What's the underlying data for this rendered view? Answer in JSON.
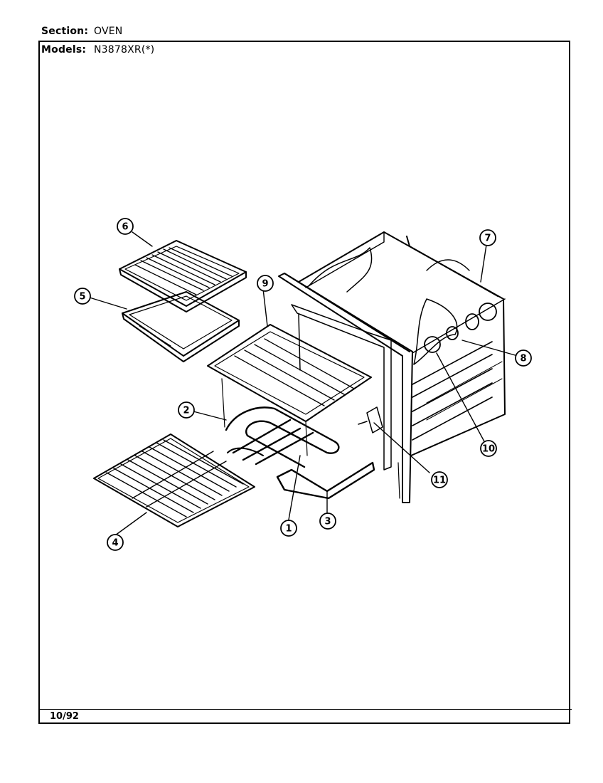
{
  "header": {
    "section_label": "Section:",
    "section_value": "OVEN",
    "models_label": "Models:",
    "models_value": "N3878XR(*)"
  },
  "footer": {
    "date": "10/92"
  },
  "callouts": [
    {
      "id": "callout-1",
      "label": "1"
    },
    {
      "id": "callout-2",
      "label": "2"
    },
    {
      "id": "callout-3",
      "label": "3"
    },
    {
      "id": "callout-4",
      "label": "4"
    },
    {
      "id": "callout-5",
      "label": "5"
    },
    {
      "id": "callout-6",
      "label": "6"
    },
    {
      "id": "callout-7",
      "label": "7"
    },
    {
      "id": "callout-8",
      "label": "8"
    },
    {
      "id": "callout-9",
      "label": "9"
    },
    {
      "id": "callout-10",
      "label": "10"
    },
    {
      "id": "callout-11",
      "label": "11"
    }
  ],
  "colors": {
    "ink": "#000000",
    "paper": "#ffffff"
  }
}
